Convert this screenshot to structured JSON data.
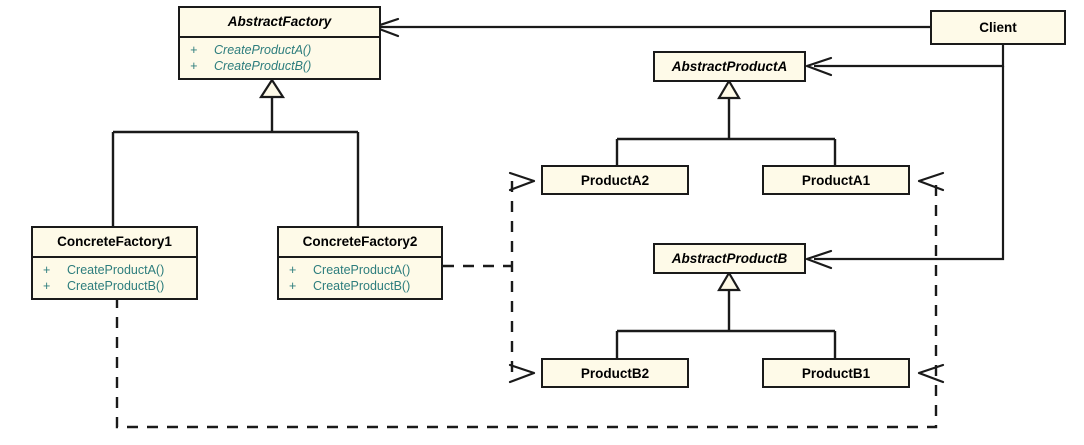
{
  "diagram": {
    "title": "Abstract Factory pattern class diagram",
    "colors": {
      "box_fill": "#fefae8",
      "box_border": "#1a1a1a",
      "name_text": "#000000",
      "operation_text": "#2d7d7d",
      "edge": "#1a1a1a",
      "background": "#ffffff"
    },
    "classes": [
      {
        "id": "abstract-factory",
        "name": "AbstractFactory",
        "abstract": true,
        "operations": [
          {
            "visibility": "+",
            "signature": "CreateProductA()",
            "abstract": true
          },
          {
            "visibility": "+",
            "signature": "CreateProductB()",
            "abstract": true
          }
        ]
      },
      {
        "id": "concrete-factory-1",
        "name": "ConcreteFactory1",
        "abstract": false,
        "operations": [
          {
            "visibility": "+",
            "signature": "CreateProductA()",
            "abstract": false
          },
          {
            "visibility": "+",
            "signature": "CreateProductB()",
            "abstract": false
          }
        ]
      },
      {
        "id": "concrete-factory-2",
        "name": "ConcreteFactory2",
        "abstract": false,
        "operations": [
          {
            "visibility": "+",
            "signature": "CreateProductA()",
            "abstract": false
          },
          {
            "visibility": "+",
            "signature": "CreateProductB()",
            "abstract": false
          }
        ]
      },
      {
        "id": "client",
        "name": "Client",
        "abstract": false,
        "operations": []
      },
      {
        "id": "abstract-product-a",
        "name": "AbstractProductA",
        "abstract": true,
        "operations": []
      },
      {
        "id": "abstract-product-b",
        "name": "AbstractProductB",
        "abstract": true,
        "operations": []
      },
      {
        "id": "product-a2",
        "name": "ProductA2",
        "abstract": false,
        "operations": []
      },
      {
        "id": "product-a1",
        "name": "ProductA1",
        "abstract": false,
        "operations": []
      },
      {
        "id": "product-b2",
        "name": "ProductB2",
        "abstract": false,
        "operations": []
      },
      {
        "id": "product-b1",
        "name": "ProductB1",
        "abstract": false,
        "operations": []
      }
    ],
    "relationships": [
      {
        "kind": "generalization",
        "from": "concrete-factory-1",
        "to": "abstract-factory"
      },
      {
        "kind": "generalization",
        "from": "concrete-factory-2",
        "to": "abstract-factory"
      },
      {
        "kind": "generalization",
        "from": "product-a2",
        "to": "abstract-product-a"
      },
      {
        "kind": "generalization",
        "from": "product-a1",
        "to": "abstract-product-a"
      },
      {
        "kind": "generalization",
        "from": "product-b2",
        "to": "abstract-product-b"
      },
      {
        "kind": "generalization",
        "from": "product-b1",
        "to": "abstract-product-b"
      },
      {
        "kind": "association",
        "from": "client",
        "to": "abstract-factory"
      },
      {
        "kind": "association",
        "from": "client",
        "to": "abstract-product-a"
      },
      {
        "kind": "association",
        "from": "client",
        "to": "abstract-product-b"
      },
      {
        "kind": "dependency",
        "from": "concrete-factory-1",
        "to": "product-a1"
      },
      {
        "kind": "dependency",
        "from": "concrete-factory-1",
        "to": "product-b1"
      },
      {
        "kind": "dependency",
        "from": "concrete-factory-2",
        "to": "product-a2"
      },
      {
        "kind": "dependency",
        "from": "concrete-factory-2",
        "to": "product-b2"
      }
    ]
  }
}
